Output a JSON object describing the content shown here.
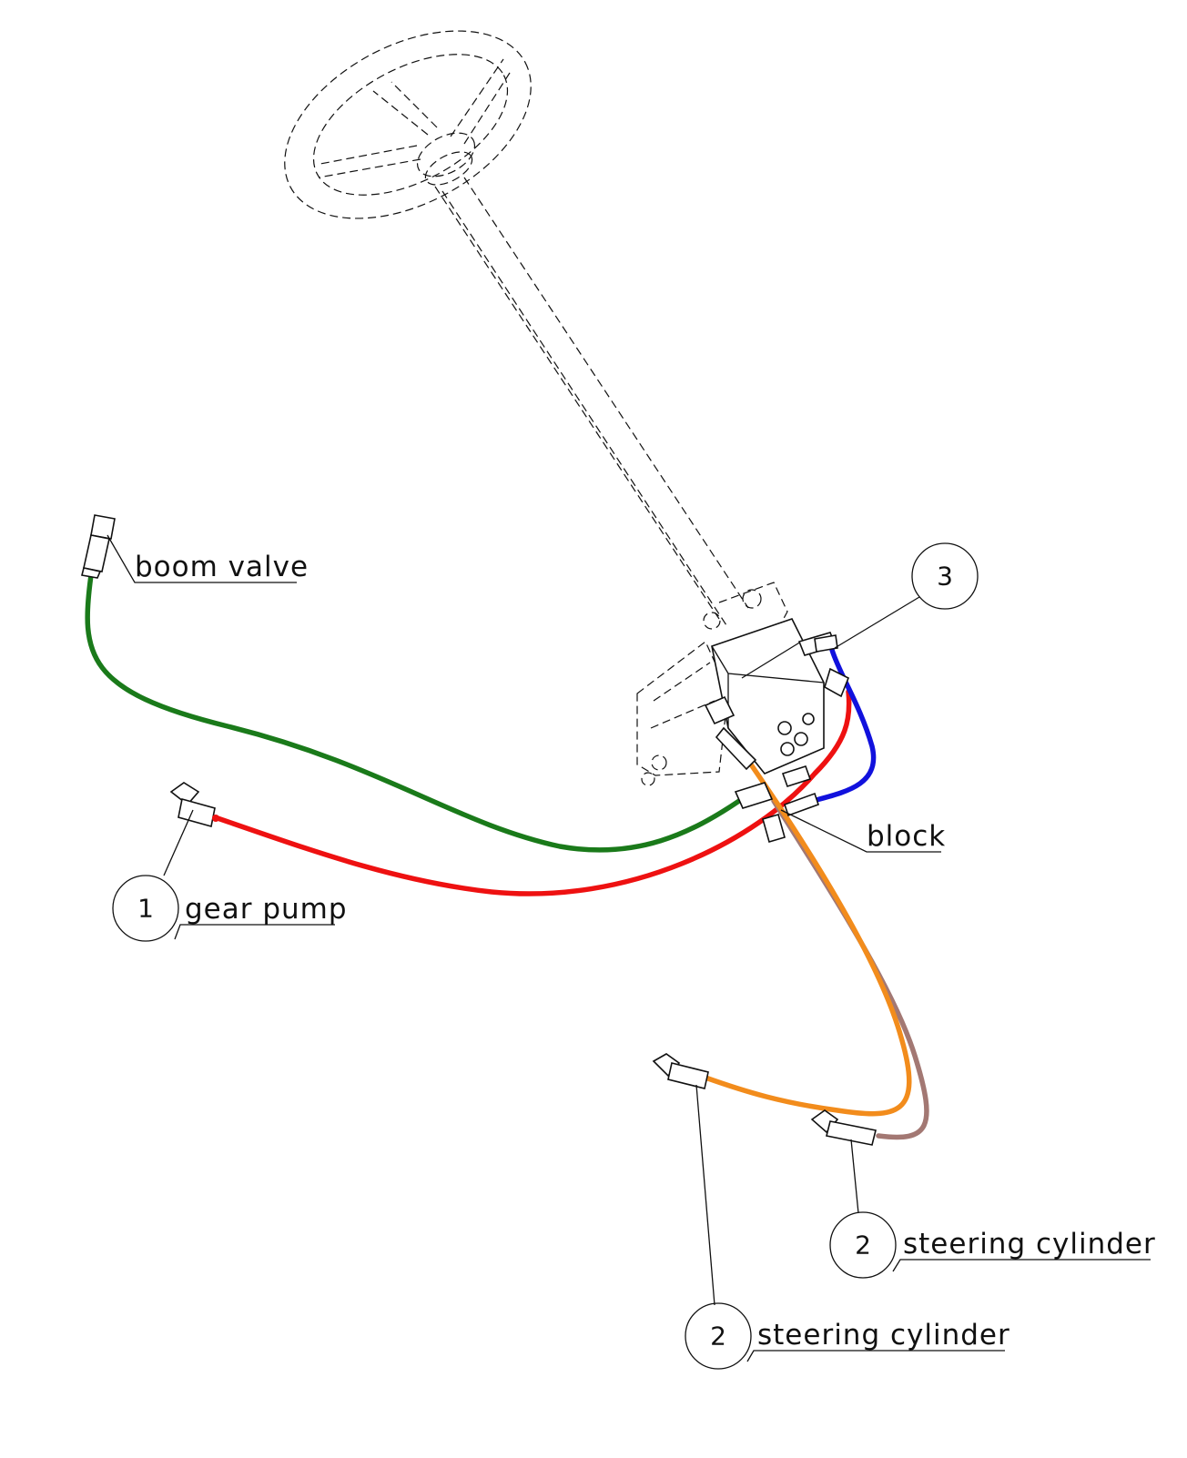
{
  "labels": {
    "boom_valve": "boom valve",
    "gear_pump": "gear pump",
    "block": "block",
    "steering_cylinder_a": "steering cylinder",
    "steering_cylinder_b": "steering cylinder"
  },
  "balloons": {
    "gear_pump": "1",
    "steering_cylinder_a": "2",
    "steering_cylinder_b": "2",
    "block": "3"
  },
  "colors": {
    "boom_valve_hose": "#1a7a1a",
    "gear_pump_hose": "#ee1111",
    "return_hose": "#1111dd",
    "steering_hose_a": "#f28c1c",
    "steering_hose_b": "#a37873",
    "ink": "#111111"
  }
}
